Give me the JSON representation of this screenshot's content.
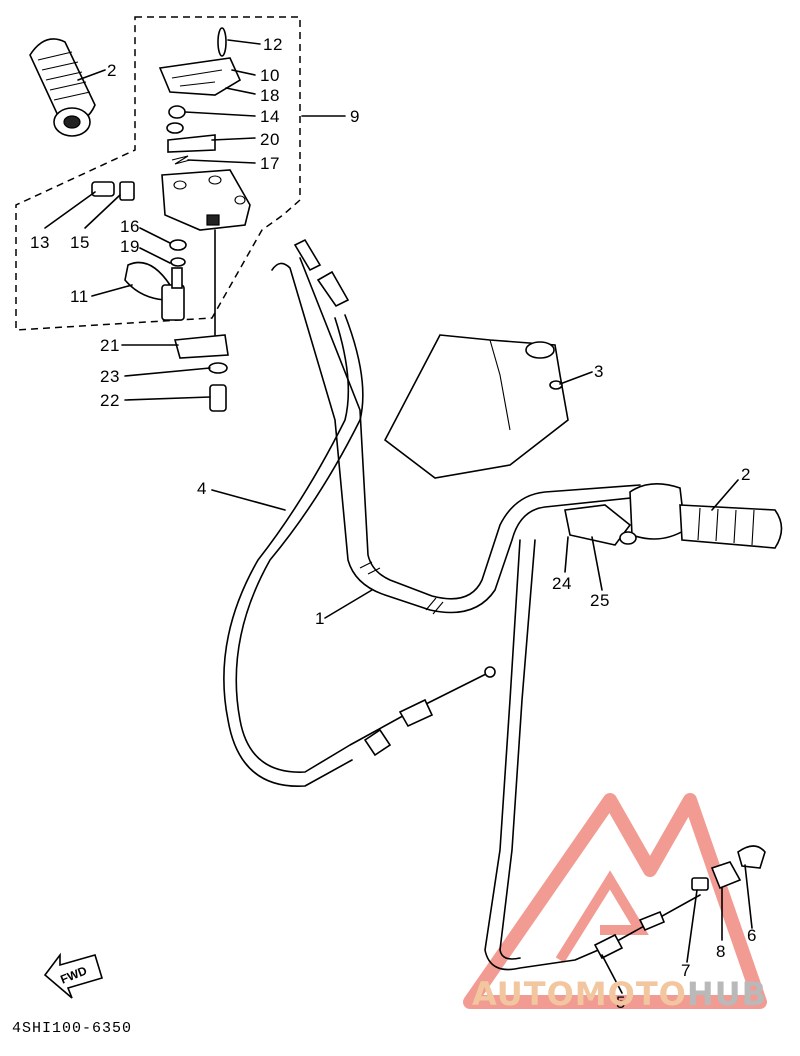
{
  "diagram": {
    "callouts": [
      {
        "id": "c12",
        "text": "12"
      },
      {
        "id": "c10",
        "text": "10"
      },
      {
        "id": "c18",
        "text": "18"
      },
      {
        "id": "c14",
        "text": "14"
      },
      {
        "id": "c20",
        "text": "20"
      },
      {
        "id": "c17",
        "text": "17"
      },
      {
        "id": "c9",
        "text": "9"
      },
      {
        "id": "c2a",
        "text": "2"
      },
      {
        "id": "c13",
        "text": "13"
      },
      {
        "id": "c15",
        "text": "15"
      },
      {
        "id": "c16",
        "text": "16"
      },
      {
        "id": "c19",
        "text": "19"
      },
      {
        "id": "c11",
        "text": "11"
      },
      {
        "id": "c21",
        "text": "21"
      },
      {
        "id": "c23",
        "text": "23"
      },
      {
        "id": "c22",
        "text": "22"
      },
      {
        "id": "c3",
        "text": "3"
      },
      {
        "id": "c2b",
        "text": "2"
      },
      {
        "id": "c4",
        "text": "4"
      },
      {
        "id": "c1",
        "text": "1"
      },
      {
        "id": "c24",
        "text": "24"
      },
      {
        "id": "c25",
        "text": "25"
      },
      {
        "id": "c6",
        "text": "6"
      },
      {
        "id": "c8",
        "text": "8"
      },
      {
        "id": "c7",
        "text": "7"
      },
      {
        "id": "c5",
        "text": "5"
      }
    ],
    "fwd_label": "FWD",
    "diagram_code": "4SHI100-6350"
  },
  "watermark": {
    "part1": "AUTOMOTO",
    "part2": "HUB",
    "colors": {
      "logo": "#f08a80",
      "text1": "#f2c7a0",
      "text2": "#b9b9b9"
    }
  }
}
